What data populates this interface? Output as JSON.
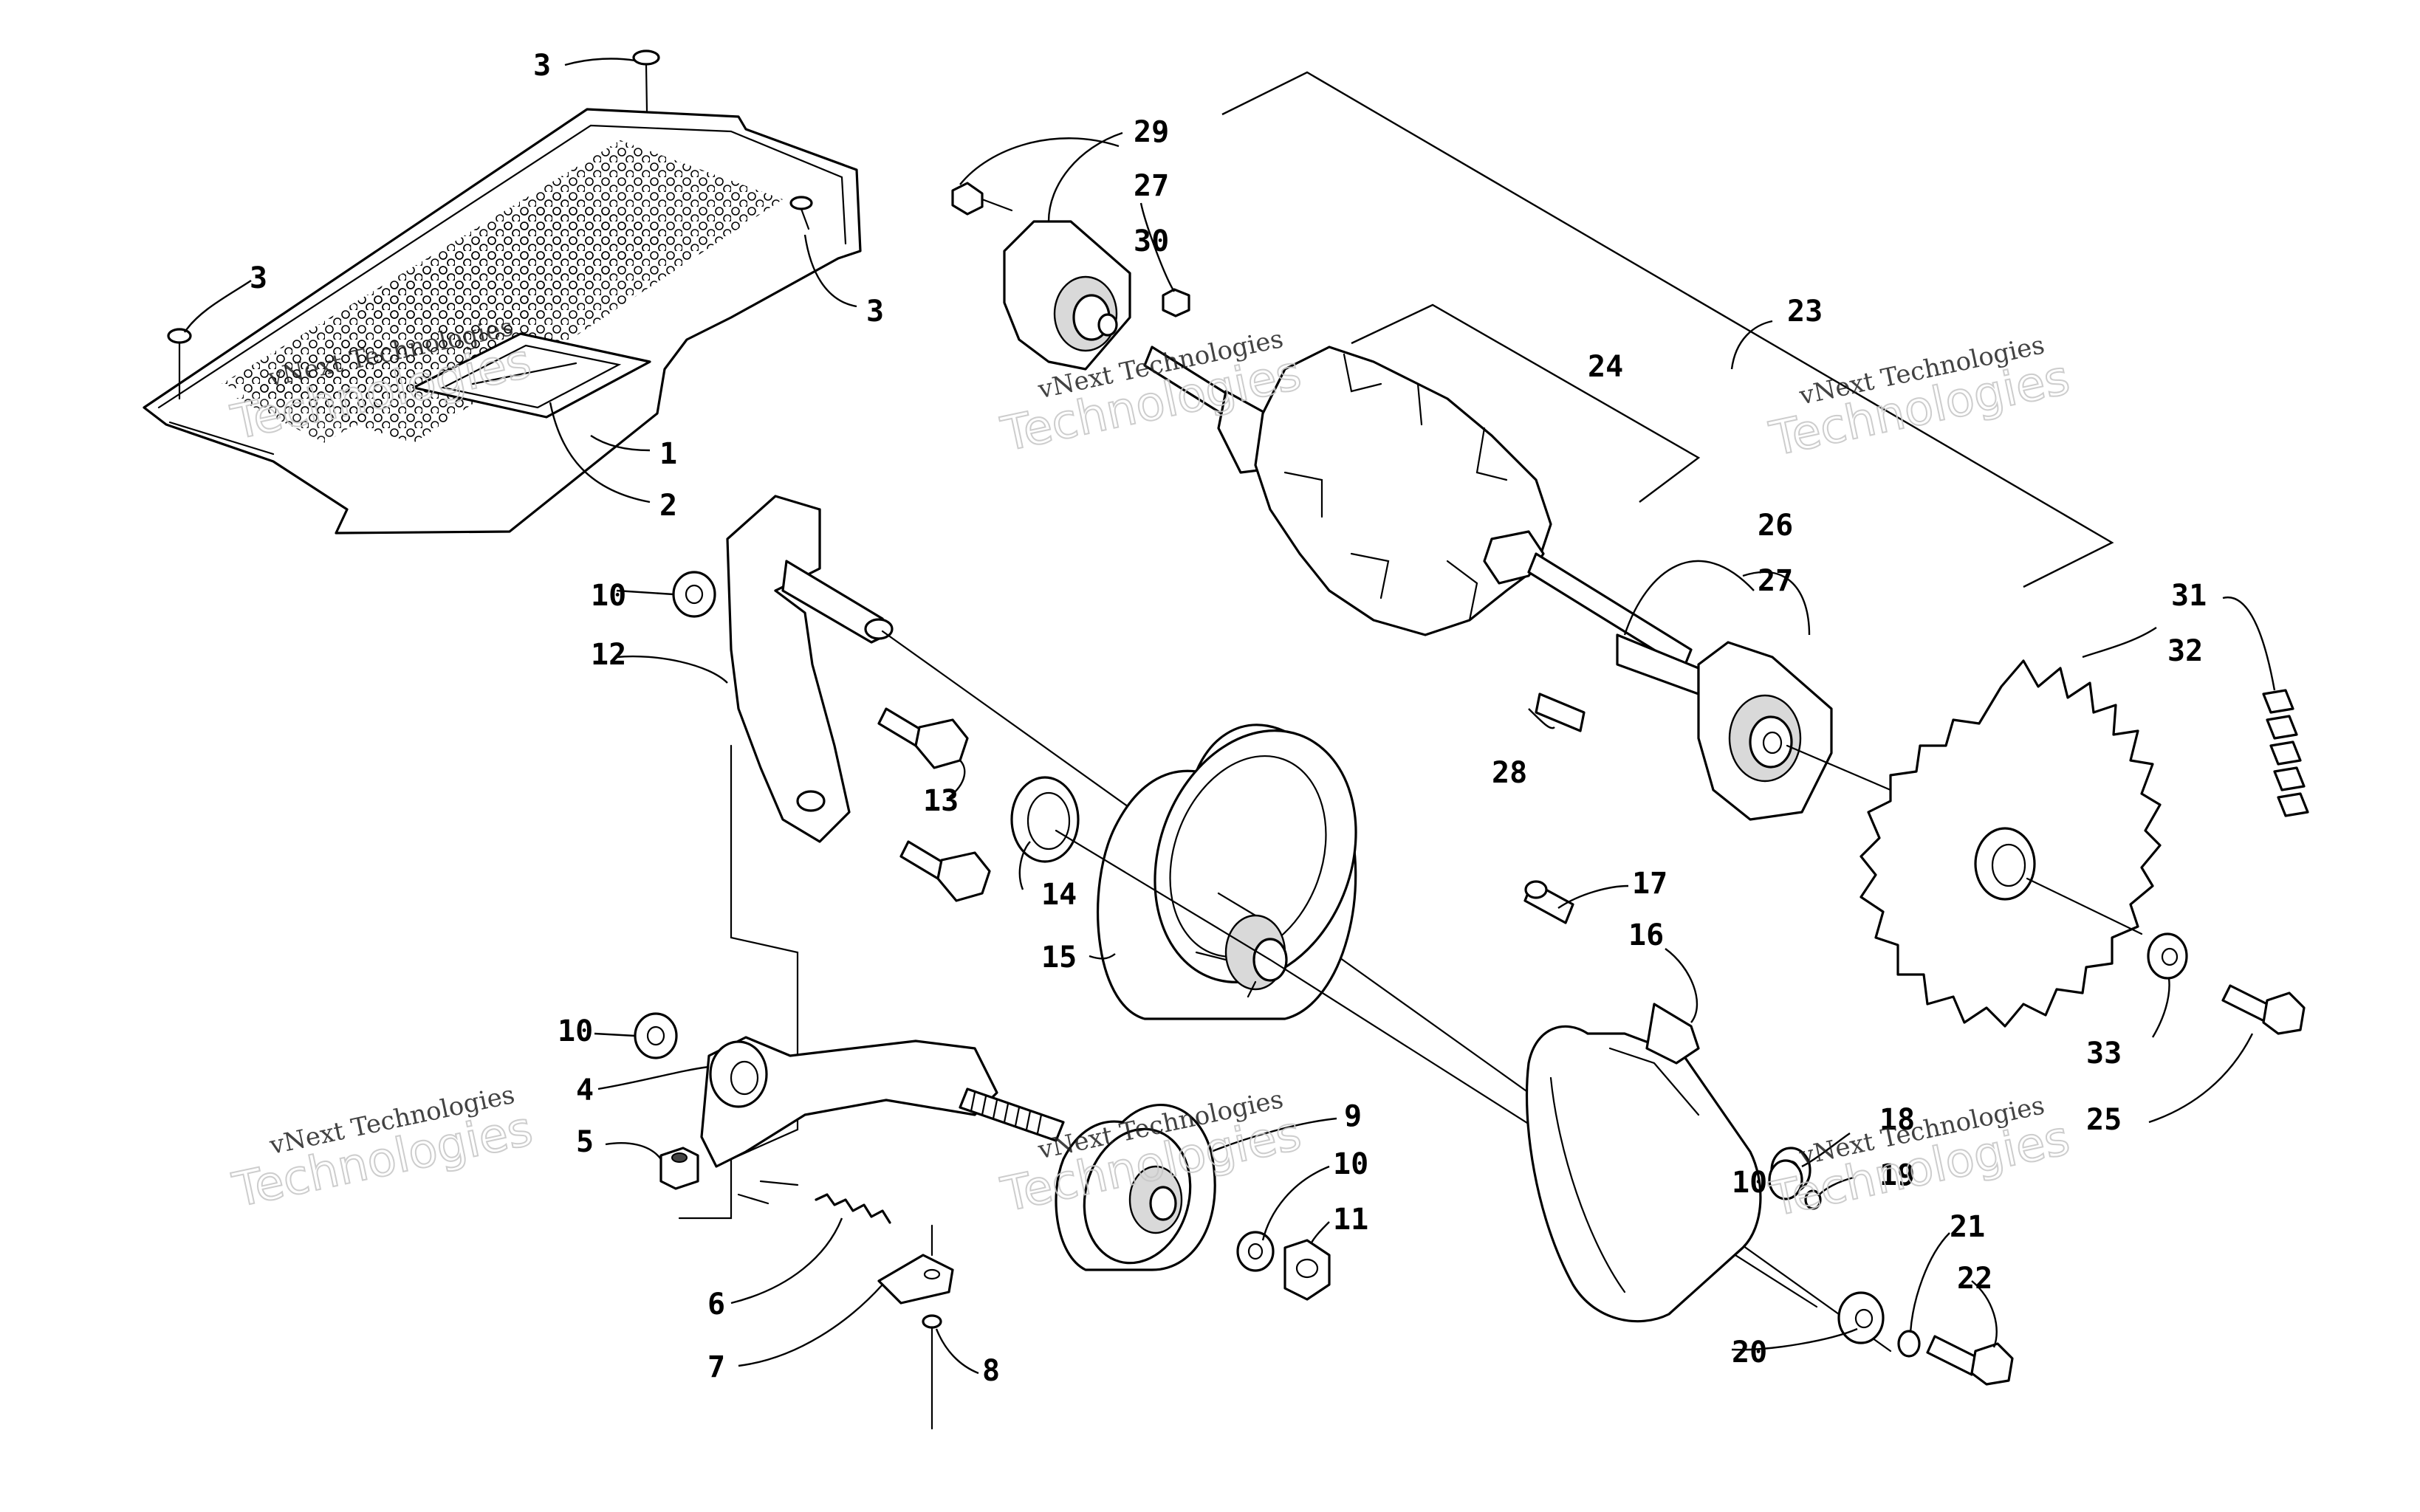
{
  "watermark": {
    "line1": "vNext Technologies",
    "line2": "Technologies"
  },
  "callouts": [
    "1",
    "2",
    "3",
    "3",
    "3",
    "4",
    "5",
    "6",
    "7",
    "8",
    "9",
    "10",
    "10",
    "10",
    "10",
    "11",
    "12",
    "13",
    "14",
    "15",
    "16",
    "17",
    "18",
    "19",
    "20",
    "21",
    "22",
    "23",
    "24",
    "25",
    "26",
    "27",
    "27",
    "28",
    "29",
    "30",
    "31",
    "32",
    "33"
  ]
}
